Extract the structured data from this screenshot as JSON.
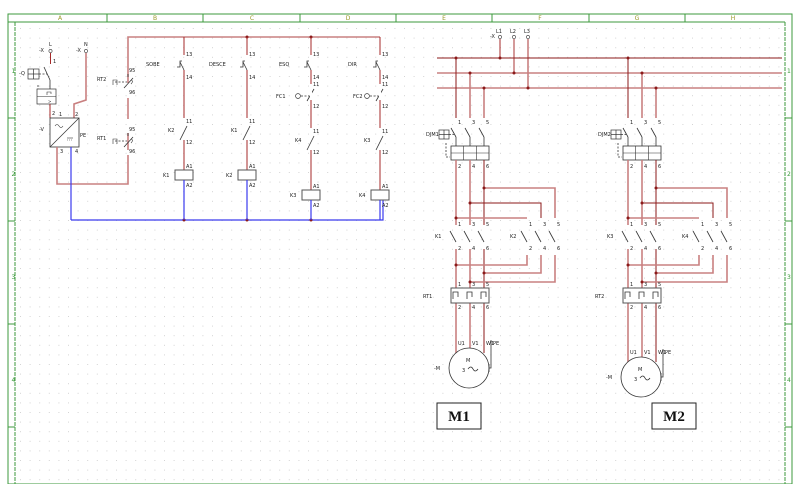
{
  "sheet": {
    "columns": [
      "A",
      "B",
      "C",
      "D",
      "E",
      "F",
      "G",
      "H"
    ],
    "rows": [
      "1",
      "2",
      "3",
      "4"
    ]
  },
  "supply_control": {
    "phase_terminal": {
      "tag": "-X",
      "label": "L",
      "pin": "1"
    },
    "neutral_terminal": {
      "tag": "-X",
      "label": "N"
    },
    "breaker": {
      "tag": "-Q",
      "pins": [
        "1",
        "2"
      ]
    },
    "power_supply": {
      "tag": "-V",
      "pins": [
        "1",
        "2",
        "3",
        "4"
      ],
      "pe": "PE"
    }
  },
  "overloads_control": [
    {
      "tag": "RT2",
      "pins": [
        "95",
        "96"
      ]
    },
    {
      "tag": "RT1",
      "pins": [
        "95",
        "96"
      ]
    }
  ],
  "control_rungs": [
    {
      "button": "SOBE",
      "button_pins": [
        "13",
        "14"
      ],
      "interlock": "K2",
      "interlock_pins": [
        "11",
        "12"
      ],
      "coil": "K1",
      "coil_pins": [
        "A1",
        "A2"
      ]
    },
    {
      "button": "DESCE",
      "button_pins": [
        "13",
        "14"
      ],
      "interlock": "K1",
      "interlock_pins": [
        "11",
        "12"
      ],
      "coil": "K2",
      "coil_pins": [
        "A1",
        "A2"
      ]
    },
    {
      "button": "ESQ",
      "button_pins": [
        "13",
        "14"
      ],
      "limit": "FC1",
      "limit_pins": [
        "11",
        "12"
      ],
      "interlock": "K4",
      "interlock_pins": [
        "11",
        "12"
      ],
      "coil": "K3",
      "coil_pins": [
        "A1",
        "A2"
      ]
    },
    {
      "button": "DIR",
      "button_pins": [
        "13",
        "14"
      ],
      "limit": "FC2",
      "limit_pins": [
        "11",
        "12"
      ],
      "interlock": "K3",
      "interlock_pins": [
        "11",
        "12"
      ],
      "coil": "K4",
      "coil_pins": [
        "A1",
        "A2"
      ]
    }
  ],
  "power_supply_lines": {
    "tag": "-X",
    "phases": [
      "L1",
      "L2",
      "L3"
    ]
  },
  "motor_circuits": [
    {
      "breaker": "DJM1",
      "breaker_pins_top": [
        "1",
        "3",
        "5"
      ],
      "breaker_pins_bottom": [
        "2",
        "4",
        "6"
      ],
      "contactor_fwd": "K1",
      "contactor_rev": "K2",
      "contactor_pins_top": [
        "1",
        "3",
        "5"
      ],
      "contactor_pins_bottom": [
        "2",
        "4",
        "6"
      ],
      "overload": "RT1",
      "overload_pins_top": [
        "1",
        "3",
        "5"
      ],
      "overload_pins_bottom": [
        "2",
        "4",
        "6"
      ],
      "motor_terminals": [
        "U1",
        "V1",
        "W1",
        "PE"
      ],
      "motor_symbol": "M",
      "motor_phases": "3",
      "motor_tag": "-M",
      "label": "M1"
    },
    {
      "breaker": "DJM2",
      "breaker_pins_top": [
        "1",
        "3",
        "5"
      ],
      "breaker_pins_bottom": [
        "2",
        "4",
        "6"
      ],
      "contactor_fwd": "K3",
      "contactor_rev": "K4",
      "contactor_pins_top": [
        "1",
        "3",
        "5"
      ],
      "contactor_pins_bottom": [
        "2",
        "4",
        "6"
      ],
      "overload": "RT2",
      "overload_pins_top": [
        "1",
        "3",
        "5"
      ],
      "overload_pins_bottom": [
        "2",
        "4",
        "6"
      ],
      "motor_terminals": [
        "U1",
        "V1",
        "W1",
        "PE"
      ],
      "motor_symbol": "M",
      "motor_phases": "3",
      "motor_tag": "-M",
      "label": "M2"
    }
  ],
  "colors": {
    "frame": "#3c9a3c",
    "wire_phase": "#a52a2a",
    "wire_neutral": "#3a3aee",
    "node": "#8b1a1a"
  }
}
